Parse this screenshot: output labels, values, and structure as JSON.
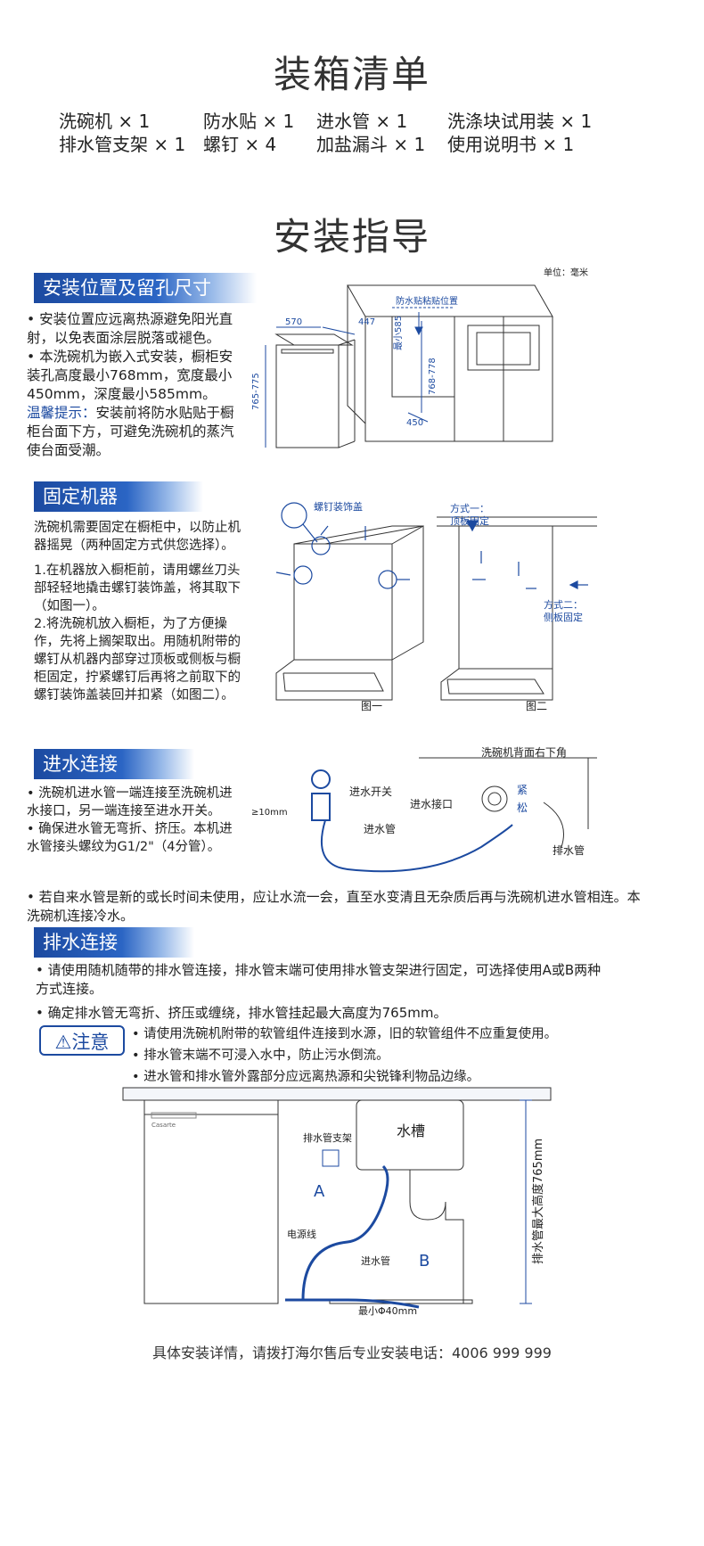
{
  "packing": {
    "title": "装箱清单",
    "items": [
      "洗碗机 × 1",
      "防水贴 × 1",
      "进水管 × 1",
      "洗涤块试用装 × 1",
      "排水管支架 × 1",
      "螺钉 × 4",
      "加盐漏斗 × 1",
      "使用说明书 × 1"
    ]
  },
  "install": {
    "title": "安装指导"
  },
  "position": {
    "tag": "安装位置及留孔尺寸",
    "text1": "• 安装位置应远离热源避免阳光直射，以免表面涂层脱落或褪色。",
    "text2": "• 本洗碗机为嵌入式安装，橱柜安装孔高度最小768mm，宽度最小450mm，深度最小585mm。",
    "tip_label": "温馨提示：",
    "tip_text": "安装前将防水贴贴于橱柜台面下方，可避免洗碗机的蒸汽使台面受潮。",
    "diagram": {
      "unit": "单位：毫米",
      "sticker": "防水贴粘贴位置",
      "d570": "570",
      "d447": "447",
      "d585": "最小585",
      "d765": "765-775",
      "d768": "768-778",
      "d450": "450"
    }
  },
  "fix": {
    "tag": "固定机器",
    "intro": "洗碗机需要固定在橱柜中，以防止机器摇晃（两种固定方式供您选择）。",
    "step1": "1.在机器放入橱柜前，请用螺丝刀头部轻轻地撬击螺钉装饰盖，将其取下（如图一）。",
    "step2": "2.将洗碗机放入橱柜，为了方便操作，先将上搁架取出。用随机附带的螺钉从机器内部穿过顶板或侧板与橱柜固定，拧紧螺钉后再将之前取下的螺钉装饰盖装回并扣紧（如图二）。",
    "diagram": {
      "cover": "螺钉装饰盖",
      "way1a": "方式一：",
      "way1b": "顶板固定",
      "way2a": "方式二：",
      "way2b": "侧板固定",
      "fig1": "图一",
      "fig2": "图二"
    }
  },
  "inlet": {
    "tag": "进水连接",
    "b1": "• 洗碗机进水管一端连接至洗碗机进水接口，另一端连接至进水开关。",
    "b2": "• 确保进水管无弯折、挤压。本机进水管接头螺纹为G1/2\"（4分管）。",
    "b3": "• 若自来水管是新的或长时间未使用，应让水流一会，直至水变清且无杂质后再与洗碗机进水管相连。本洗碗机连接冷水。",
    "diagram": {
      "back": "洗碗机背面右下角",
      "switch": "进水开关",
      "port": "进水接口",
      "tight": "紧",
      "loose": "松",
      "pipe": "进水管",
      "drain": "排水管",
      "mm10": "≥10mm"
    }
  },
  "drain": {
    "tag": "排水连接",
    "b1": "•  请使用随机随带的排水管连接，排水管末端可使用排水管支架进行固定，可选择使用A或B两种方式连接。",
    "b2": "•  确定排水管无弯折、挤压或缠绕，排水管挂起最大高度为765mm。",
    "warn": "注意",
    "w1": "• 请使用洗碗机附带的软管组件连接到水源，旧的软管组件不应重复使用。",
    "w2": "• 排水管末端不可浸入水中，防止污水倒流。",
    "w3": "• 进水管和排水管外露部分应远离热源和尖锐锋利物品边缘。",
    "diagram": {
      "sink": "水槽",
      "bracket": "排水管支架",
      "a": "A",
      "b": "B",
      "power": "电源线",
      "inpipe": "进水管",
      "min40": "最小Φ40mm",
      "height": "排水管最大高度765mm",
      "brand": "Casarte"
    }
  },
  "footer": "具体安装详情，请拨打海尔售后专业安装电话：4006 999 999"
}
